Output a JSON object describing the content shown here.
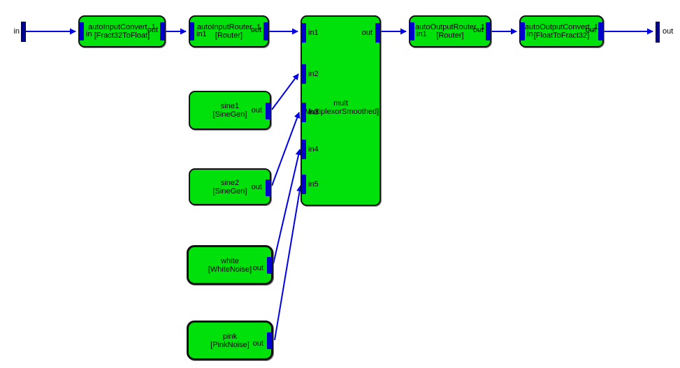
{
  "diagram": {
    "external_pins": {
      "input": {
        "label": "in"
      },
      "output": {
        "label": "out"
      }
    },
    "blocks": [
      {
        "name": "autoInputConvert_1",
        "type": "[Fract32ToFloat]",
        "in_label": "in",
        "out_label": "out"
      },
      {
        "name": "autoInputRouter_1",
        "type": "[Router]",
        "in_label": "in1",
        "out_label": "out"
      },
      {
        "name": "mult",
        "type": "[MultiplexorSmoothed]",
        "in_labels": [
          "in1",
          "in2",
          "in3",
          "in4",
          "in5"
        ],
        "out_label": "out"
      },
      {
        "name": "autoOutputRouter_1",
        "type": "[Router]",
        "in_label": "in1",
        "out_label": "out"
      },
      {
        "name": "autoOutputConvert_1",
        "type": "[FloatToFract32]",
        "in_label": "in",
        "out_label": "out"
      },
      {
        "name": "sine1",
        "type": "[SineGen]",
        "out_label": "out",
        "selected": false
      },
      {
        "name": "sine2",
        "type": "[SineGen]",
        "out_label": "out",
        "selected": false
      },
      {
        "name": "white",
        "type": "[WhiteNoise]",
        "out_label": "out",
        "selected": true
      },
      {
        "name": "pink",
        "type": "[PinkNoise]",
        "out_label": "out",
        "selected": true
      }
    ],
    "connections": [
      {
        "from": "in",
        "to": "autoInputConvert_1.in"
      },
      {
        "from": "autoInputConvert_1.out",
        "to": "autoInputRouter_1.in1"
      },
      {
        "from": "autoInputRouter_1.out",
        "to": "mult.in1"
      },
      {
        "from": "mult.out",
        "to": "autoOutputRouter_1.in1"
      },
      {
        "from": "autoOutputRouter_1.out",
        "to": "autoOutputConvert_1.in"
      },
      {
        "from": "autoOutputConvert_1.out",
        "to": "out"
      },
      {
        "from": "sine1.out",
        "to": "mult.in2"
      },
      {
        "from": "sine2.out",
        "to": "mult.in3"
      },
      {
        "from": "white.out",
        "to": "mult.in4"
      },
      {
        "from": "pink.out",
        "to": "mult.in5"
      }
    ],
    "colors": {
      "block_fill": "#00E00A",
      "block_border": "#101010",
      "wire": "#0000E6",
      "pin": "#0000CD",
      "external_pin": "#000099",
      "background": "#FFFFFF"
    }
  }
}
